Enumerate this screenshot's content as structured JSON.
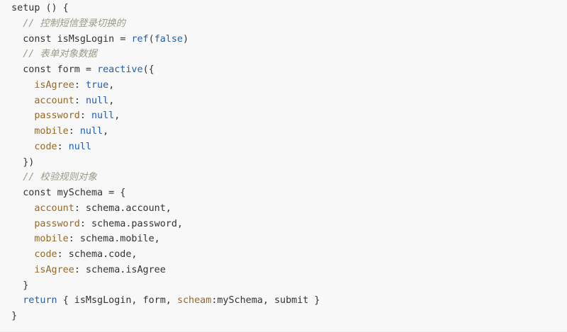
{
  "code": {
    "lines": [
      [
        {
          "t": "plain",
          "v": "  setup () {"
        }
      ],
      [
        {
          "t": "comment",
          "v": "    // 控制短信登录切换的"
        }
      ],
      [
        {
          "t": "keyword",
          "v": "    const "
        },
        {
          "t": "plain",
          "v": "isMsgLogin = "
        },
        {
          "t": "func",
          "v": "ref"
        },
        {
          "t": "plain",
          "v": "("
        },
        {
          "t": "literal",
          "v": "false"
        },
        {
          "t": "plain",
          "v": ")"
        }
      ],
      [
        {
          "t": "comment",
          "v": "    // 表单对象数据"
        }
      ],
      [
        {
          "t": "keyword",
          "v": "    const "
        },
        {
          "t": "plain",
          "v": "form = "
        },
        {
          "t": "func",
          "v": "reactive"
        },
        {
          "t": "plain",
          "v": "({"
        }
      ],
      [
        {
          "t": "prop",
          "v": "      isAgree"
        },
        {
          "t": "plain",
          "v": ": "
        },
        {
          "t": "literal",
          "v": "true"
        },
        {
          "t": "plain",
          "v": ","
        }
      ],
      [
        {
          "t": "prop",
          "v": "      account"
        },
        {
          "t": "plain",
          "v": ": "
        },
        {
          "t": "literal",
          "v": "null"
        },
        {
          "t": "plain",
          "v": ","
        }
      ],
      [
        {
          "t": "prop",
          "v": "      password"
        },
        {
          "t": "plain",
          "v": ": "
        },
        {
          "t": "literal",
          "v": "null"
        },
        {
          "t": "plain",
          "v": ","
        }
      ],
      [
        {
          "t": "prop",
          "v": "      mobile"
        },
        {
          "t": "plain",
          "v": ": "
        },
        {
          "t": "literal",
          "v": "null"
        },
        {
          "t": "plain",
          "v": ","
        }
      ],
      [
        {
          "t": "prop",
          "v": "      code"
        },
        {
          "t": "plain",
          "v": ": "
        },
        {
          "t": "literal",
          "v": "null"
        }
      ],
      [
        {
          "t": "plain",
          "v": "    })"
        }
      ],
      [
        {
          "t": "comment",
          "v": "    // 校验规则对象"
        }
      ],
      [
        {
          "t": "keyword",
          "v": "    const "
        },
        {
          "t": "plain",
          "v": "mySchema = {"
        }
      ],
      [
        {
          "t": "prop",
          "v": "      account"
        },
        {
          "t": "plain",
          "v": ": schema.account,"
        }
      ],
      [
        {
          "t": "prop",
          "v": "      password"
        },
        {
          "t": "plain",
          "v": ": schema.password,"
        }
      ],
      [
        {
          "t": "prop",
          "v": "      mobile"
        },
        {
          "t": "plain",
          "v": ": schema.mobile,"
        }
      ],
      [
        {
          "t": "prop",
          "v": "      code"
        },
        {
          "t": "plain",
          "v": ": schema.code,"
        }
      ],
      [
        {
          "t": "prop",
          "v": "      isAgree"
        },
        {
          "t": "plain",
          "v": ": schema.isAgree"
        }
      ],
      [
        {
          "t": "plain",
          "v": "    }"
        }
      ],
      [
        {
          "t": "literal",
          "v": "    return "
        },
        {
          "t": "plain",
          "v": "{ isMsgLogin, form, "
        },
        {
          "t": "prop",
          "v": "scheam"
        },
        {
          "t": "plain",
          "v": ":mySchema, submit }"
        }
      ],
      [
        {
          "t": "plain",
          "v": "  }"
        }
      ]
    ]
  }
}
